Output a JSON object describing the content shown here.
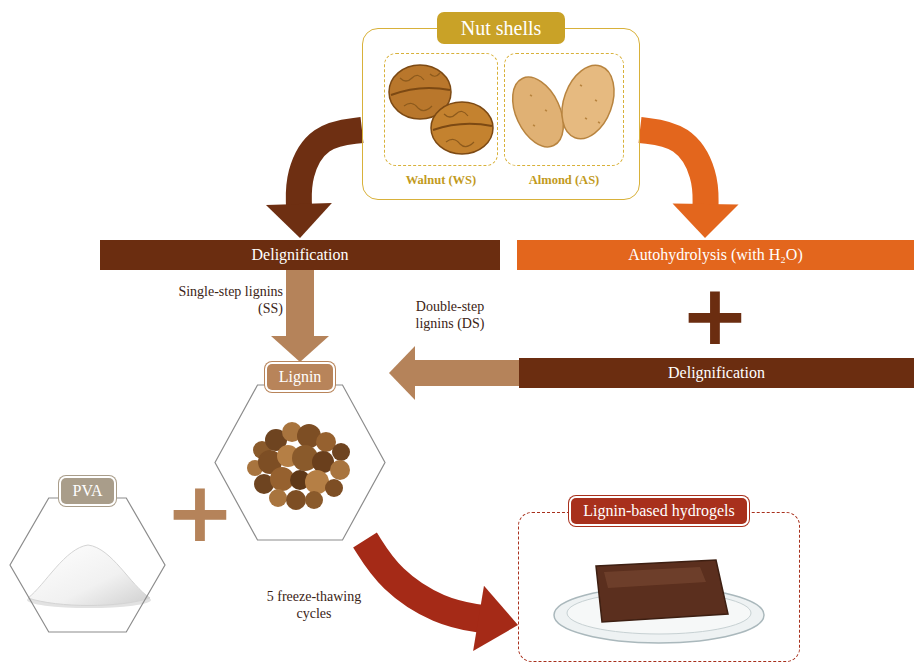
{
  "diagram": {
    "nodes": [
      {
        "text": [
          "Nut shells"
        ]
      },
      {
        "text": [
          "Walnut (WS)"
        ],
        "in": 0
      },
      {
        "text": [
          "Almond (AS)"
        ],
        "in": 0
      },
      {
        "text": [
          "Delignification"
        ]
      },
      {
        "text": [
          "Autohydrolysis (with H₂O)"
        ]
      },
      {
        "text": [
          "Delignification"
        ]
      },
      {
        "text": [
          "Lignin"
        ]
      },
      {
        "text": [
          "PVA"
        ]
      },
      {
        "text": [
          "Lignin-based hydrogels"
        ]
      }
    ],
    "edges": [
      {
        "from": 0,
        "to": 3,
        "arrow": "to"
      },
      {
        "from": 0,
        "to": 4,
        "arrow": "to"
      },
      {
        "from": 3,
        "to": 6,
        "label": "Single-step lignins (SS)",
        "arrow": "to"
      },
      {
        "from": 5,
        "to": 6,
        "label": "Double-step lignins (DS)",
        "arrow": "to"
      },
      {
        "from": 6,
        "to": 8,
        "label": "5 freeze-thawing cycles",
        "arrow": "to"
      }
    ],
    "labels": [
      "+",
      "+"
    ]
  }
}
